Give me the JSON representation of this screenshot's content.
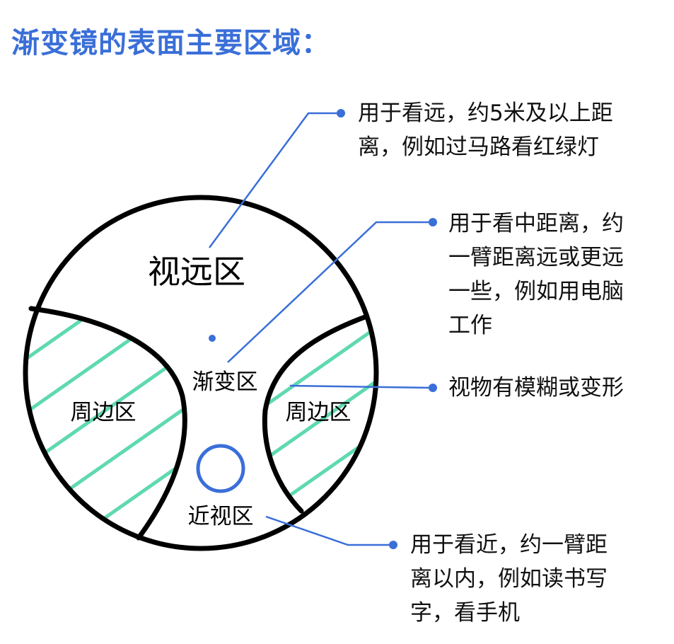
{
  "title": "渐变镜的表面主要区域：",
  "regions": {
    "far": "视远区",
    "progressive": "渐变区",
    "peripheral_left": "周边区",
    "peripheral_right": "周边区",
    "near": "近视区"
  },
  "notes": {
    "far": [
      "用于看远，约5米及以上距",
      "离，例如过马路看红绿灯"
    ],
    "progressive": [
      "用于看中距离，约",
      "一臂距离远或更远",
      "一些，例如用电脑",
      "工作"
    ],
    "peripheral": [
      "视物有模糊或变形"
    ],
    "near": [
      "用于看近，约一臂距",
      "离以内，例如读书写",
      "字，看手机"
    ]
  },
  "colors": {
    "title": "#3a6fd8",
    "leader": "#3a6fd8",
    "hatch": "#5fd9b0",
    "outline": "#000000"
  }
}
